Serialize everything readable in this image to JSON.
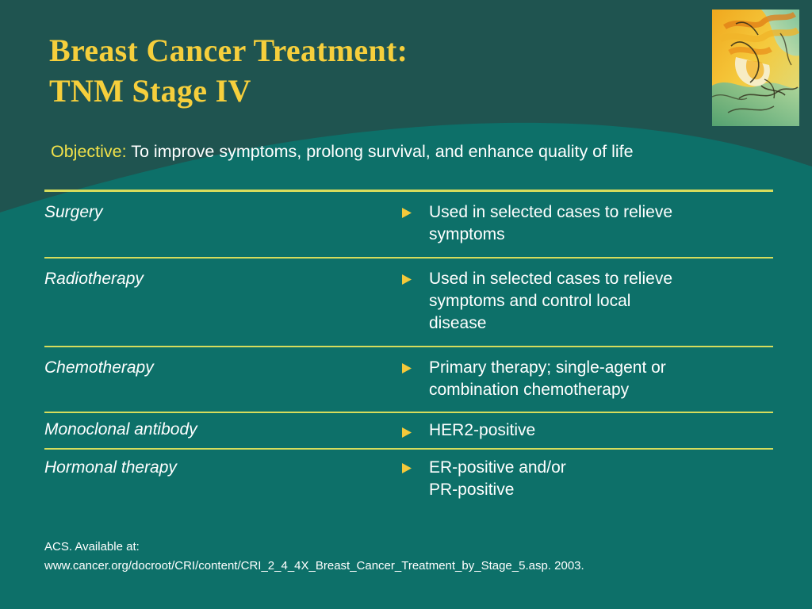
{
  "slide": {
    "title_lines": [
      "Breast Cancer Treatment:",
      "TNM Stage IV"
    ],
    "objective_label": "Objective:",
    "objective_text": " To improve symptoms, prolong survival, and enhance quality of life",
    "artwork_alt": "abstract-artwork"
  },
  "table": {
    "rows": [
      {
        "term": "Surgery",
        "bullet": "triangle-right-bullet",
        "desc_lines": [
          "Used in selected cases to relieve",
          "symptoms"
        ]
      },
      {
        "term": "Radiotherapy",
        "bullet": "triangle-right-bullet",
        "desc_lines": [
          "Used in selected cases to relieve",
          "symptoms and control local",
          "disease"
        ]
      },
      {
        "term": "Chemotherapy",
        "bullet": "triangle-right-bullet",
        "desc_lines": [
          "Primary therapy; single-agent or",
          "combination chemotherapy"
        ]
      },
      {
        "term": "Monoclonal antibody",
        "bullet": "triangle-right-bullet",
        "desc_lines": [
          "HER2-positive"
        ]
      },
      {
        "term": "Hormonal therapy",
        "bullet": "triangle-right-bullet",
        "desc_lines": [
          "ER-positive and/or",
          "PR-positive"
        ]
      }
    ]
  },
  "footer": {
    "lines": [
      "ACS. Available at:",
      "www.cancer.org/docroot/CRI/content/CRI_2_4_4X_Breast_Cancer_Treatment_by_Stage_5.asp. 2003."
    ]
  },
  "colors": {
    "background_dark": "#1f5450",
    "background_light": "#0d7069",
    "title_gold": "#f6cf3c",
    "rule_yellow_green": "#d6dc5c",
    "bullet_gold": "#f3c93a",
    "body_white": "#ffffff",
    "objective_label_yellow": "#f2e24a"
  }
}
